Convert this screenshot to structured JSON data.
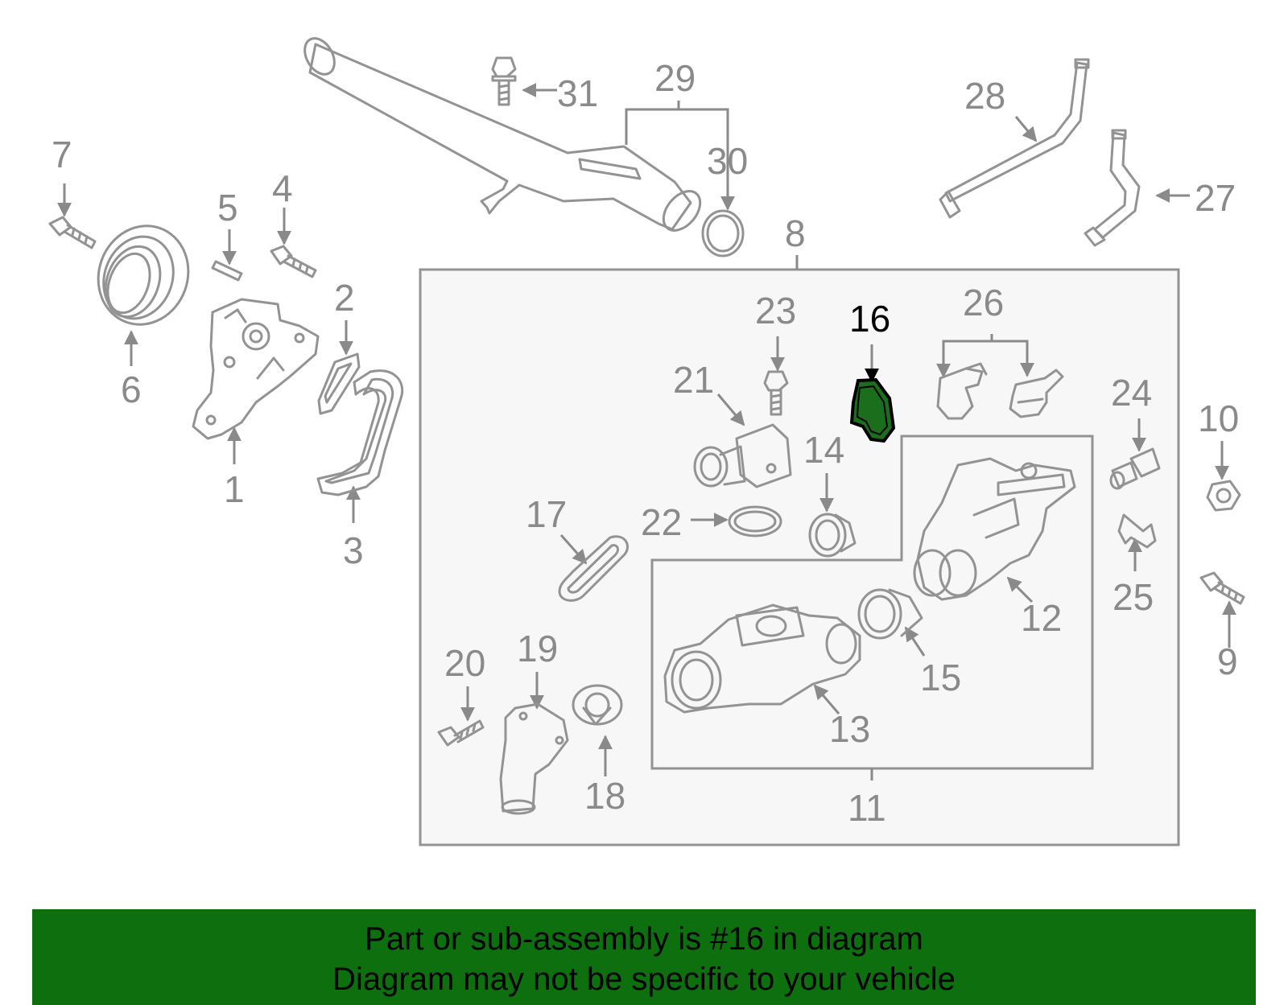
{
  "callouts": {
    "c1": "1",
    "c2": "2",
    "c3": "3",
    "c4": "4",
    "c5": "5",
    "c6": "6",
    "c7": "7",
    "c8": "8",
    "c9": "9",
    "c10": "10",
    "c11": "11",
    "c12": "12",
    "c13": "13",
    "c14": "14",
    "c15": "15",
    "c16": "16",
    "c17": "17",
    "c18": "18",
    "c19": "19",
    "c20": "20",
    "c21": "21",
    "c22": "22",
    "c23": "23",
    "c24": "24",
    "c25": "25",
    "c26": "26",
    "c27": "27",
    "c28": "28",
    "c29": "29",
    "c30": "30",
    "c31": "31"
  },
  "highlight": {
    "part": "16",
    "color": "#1b6e1b"
  },
  "banner": {
    "line1": "Part or sub-assembly is #16 in diagram",
    "line2": "Diagram may not be specific to your vehicle",
    "background": "#0d6f0d"
  }
}
